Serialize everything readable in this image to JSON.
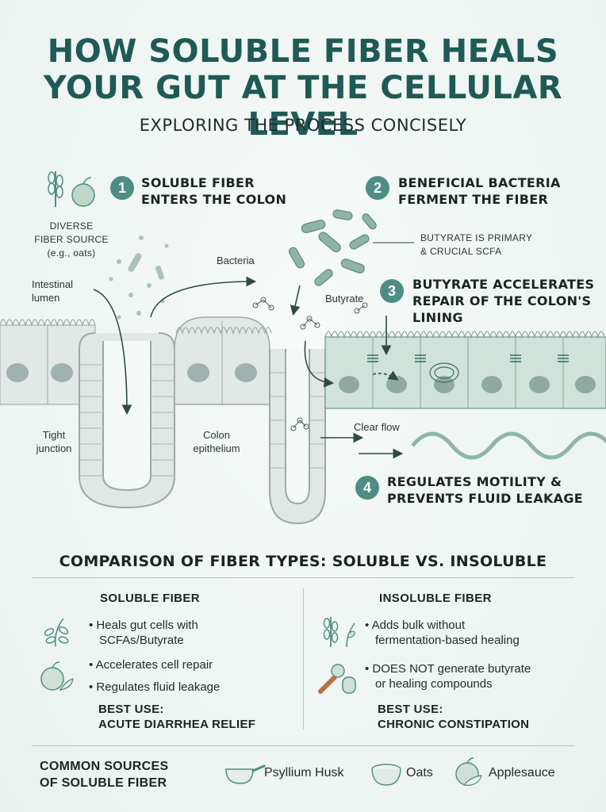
{
  "title": {
    "line1": "HOW SOLUBLE FIBER HEALS",
    "line2": "YOUR GUT AT THE CELLULAR LEVEL"
  },
  "subtitle": "EXPLORING THE PROCESS CONCISELY",
  "steps": [
    {
      "number": "1",
      "line1": "SOLUBLE FIBER",
      "line2": "ENTERS THE COLON"
    },
    {
      "number": "2",
      "line1": "BENEFICIAL BACTERIA",
      "line2": "FERMENT THE FIBER"
    },
    {
      "number": "3",
      "line1": "BUTYRATE ACCELERATES",
      "line2": "REPAIR OF THE COLON'S",
      "line3": "LINING"
    },
    {
      "number": "4",
      "line1": "REGULATES MOTILITY &",
      "line2": "PREVENTS FLUID LEAKAGE"
    }
  ],
  "diagram_labels": {
    "fiber_source_line1": "DIVERSE",
    "fiber_source_line2": "FIBER SOURCE",
    "fiber_source_line3": "(e.g., oats)",
    "lumen_line1": "Intestinal",
    "lumen_line2": "lumen",
    "bacteria": "Bacteria",
    "butyrate": "Butyrate",
    "butyrate_note_line1": "BUTYRATE IS PRIMARY",
    "butyrate_note_line2": "& CRUCIAL SCFA",
    "tight_junction_line1": "Tight",
    "tight_junction_line2": "junction",
    "epithelium_line1": "Colon",
    "epithelium_line2": "epithelium",
    "clear_flow": "Clear flow"
  },
  "comparison": {
    "title": "COMPARISON OF FIBER TYPES: SOLUBLE VS. INSOLUBLE",
    "soluble": {
      "heading": "SOLUBLE FIBER",
      "bullet1_line1": "Heals gut cells with",
      "bullet1_line2": "SCFAs/Butyrate",
      "bullet2": "Accelerates cell repair",
      "bullet3": "Regulates fluid leakage",
      "best_line1": "BEST USE:",
      "best_line2": "ACUTE DIARRHEA RELIEF"
    },
    "insoluble": {
      "heading": "INSOLUBLE FIBER",
      "bullet1_line1": "Adds bulk without",
      "bullet1_line2": "fermentation-based healing",
      "bullet2_line1": "DOES NOT generate butyrate",
      "bullet2_line2": "or healing compounds",
      "best_line1": "BEST USE:",
      "best_line2": "CHRONIC CONSTIPATION"
    }
  },
  "sources": {
    "heading_line1": "COMMON SOURCES",
    "heading_line2": "OF SOLUBLE FIBER",
    "items": [
      "Psyllium Husk",
      "Oats",
      "Applesauce"
    ]
  },
  "colors": {
    "accent": "#4f8c84",
    "title": "#1f5a55",
    "cell_fill": "#d9e3e0",
    "cell_fill_healed": "#cfe3da"
  }
}
